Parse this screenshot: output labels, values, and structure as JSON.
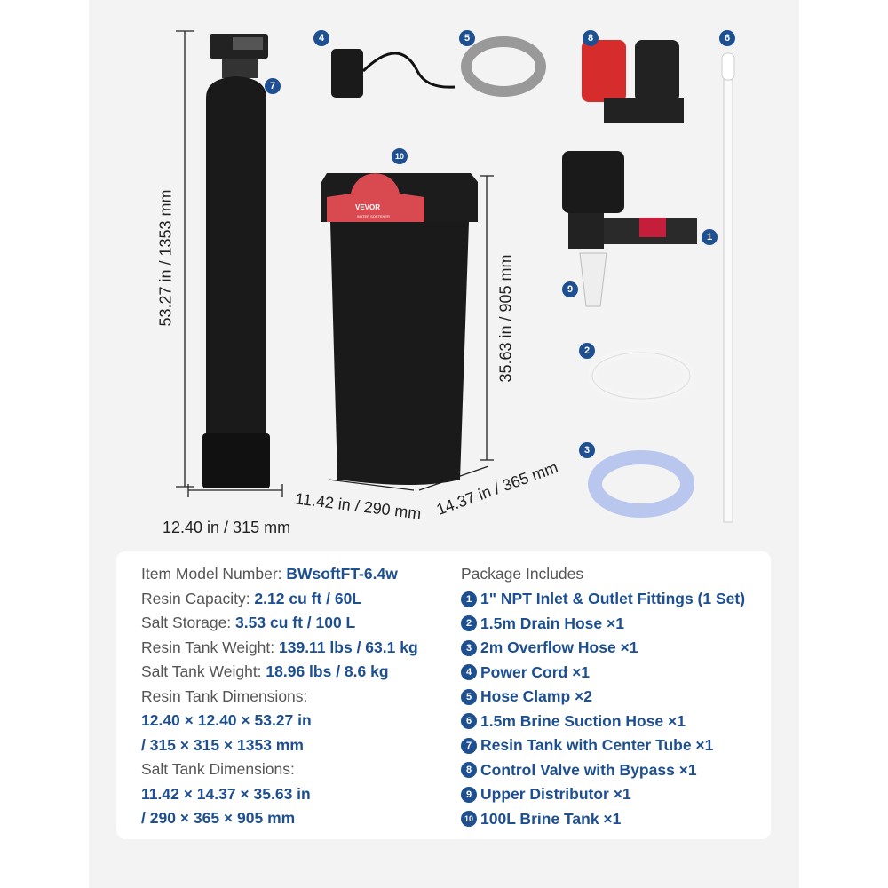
{
  "dimensions": {
    "resin_height": "53.27 in / 1353 mm",
    "resin_width": "12.40 in / 315 mm",
    "salt_height": "35.63 in / 905 mm",
    "salt_width": "11.42 in / 290 mm",
    "salt_depth": "14.37 in / 365 mm"
  },
  "brine_tank_label": {
    "brand": "VEVOR",
    "subtitle": "WATER SOFTENER"
  },
  "badges": [
    "1",
    "2",
    "3",
    "4",
    "5",
    "6",
    "7",
    "8",
    "9",
    "10"
  ],
  "colors": {
    "accent": "#1d4f91",
    "panel": "#f3f3f3"
  },
  "specs": [
    {
      "label": "Item Model Number: ",
      "value": "BWsoftFT-6.4w"
    },
    {
      "label": "Resin Capacity: ",
      "value": "2.12 cu ft / 60L"
    },
    {
      "label": "Salt Storage: ",
      "value": "3.53 cu ft / 100 L"
    },
    {
      "label": "Resin Tank Weight: ",
      "value": "139.11 lbs / 63.1 kg"
    },
    {
      "label": "Salt Tank Weight: ",
      "value": "18.96 lbs / 8.6 kg"
    },
    {
      "label": "Resin Tank Dimensions:",
      "value": ""
    },
    {
      "label": "",
      "value": "12.40 × 12.40 × 53.27 in"
    },
    {
      "label": "",
      "value": "/ 315 × 315 × 1353 mm"
    },
    {
      "label": "Salt Tank Dimensions:",
      "value": ""
    },
    {
      "label": "",
      "value": "11.42 × 14.37 × 35.63 in"
    },
    {
      "label": "",
      "value": "/ 290 × 365 × 905 mm"
    }
  ],
  "package": {
    "title": "Package Includes",
    "items": [
      {
        "n": "1",
        "text": "1\" NPT Inlet & Outlet Fittings (1 Set)"
      },
      {
        "n": "2",
        "text": "1.5m Drain Hose ×1"
      },
      {
        "n": "3",
        "text": "2m Overflow Hose ×1"
      },
      {
        "n": "4",
        "text": "Power Cord ×1"
      },
      {
        "n": "5",
        "text": "Hose Clamp ×2"
      },
      {
        "n": "6",
        "text": "1.5m Brine Suction Hose ×1"
      },
      {
        "n": "7",
        "text": "Resin Tank with Center Tube ×1"
      },
      {
        "n": "8",
        "text": "Control Valve with Bypass ×1"
      },
      {
        "n": "9",
        "text": "Upper Distributor ×1"
      },
      {
        "n": "10",
        "text": "100L Brine Tank ×1"
      }
    ]
  }
}
